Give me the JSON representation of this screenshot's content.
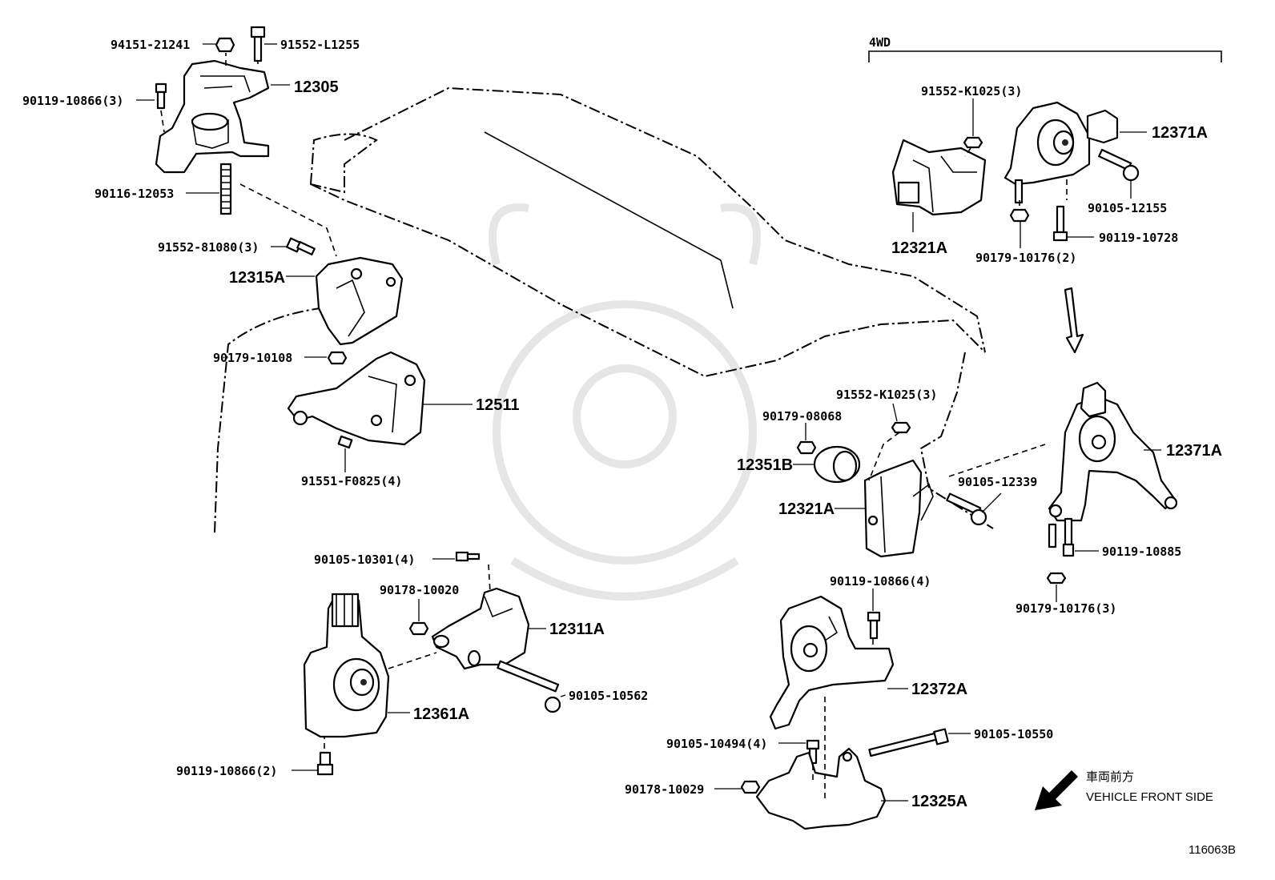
{
  "diagram": {
    "section_label": "4WD",
    "drawing_number": "116063B",
    "front_note": {
      "japanese": "車両前方",
      "english": "VEHICLE FRONT SIDE"
    },
    "labels": {
      "p94151_21241": "94151-21241",
      "p91552_L1255": "91552-L1255",
      "p12305": "12305",
      "p90119_10866_3": "90119-10866(3)",
      "p90116_12053": "90116-12053",
      "p91552_81080_3": "91552-81080(3)",
      "p12315A": "12315A",
      "p90179_10108": "90179-10108",
      "p12511": "12511",
      "p91551_F0825_4": "91551-F0825(4)",
      "p91552_K1025_3_top": "91552-K1025(3)",
      "p12371A_top": "12371A",
      "p90105_12155": "90105-12155",
      "p90119_10728": "90119-10728",
      "p12321A_top": "12321A",
      "p90179_10176_2": "90179-10176(2)",
      "p91552_K1025_3_mid": "91552-K1025(3)",
      "p90179_08068": "90179-08068",
      "p12351B": "12351B",
      "p12321A_mid": "12321A",
      "p90105_12339": "90105-12339",
      "p12371A_right": "12371A",
      "p90119_10885": "90119-10885",
      "p90179_10176_3": "90179-10176(3)",
      "p90105_10301_4": "90105-10301(4)",
      "p90178_10020": "90178-10020",
      "p12311A": "12311A",
      "p90105_10562": "90105-10562",
      "p12361A": "12361A",
      "p90119_10866_2": "90119-10866(2)",
      "p90119_10866_4": "90119-10866(4)",
      "p12372A": "12372A",
      "p90105_10494_4": "90105-10494(4)",
      "p90105_10550": "90105-10550",
      "p90178_10029": "90178-10029",
      "p12325A": "12325A"
    }
  }
}
